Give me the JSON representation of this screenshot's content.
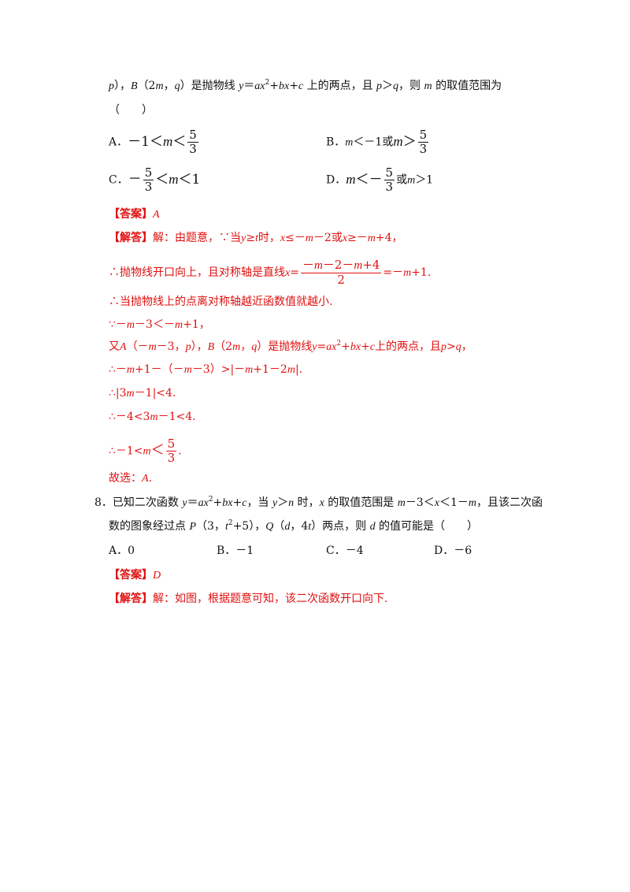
{
  "q7": {
    "stem_line1": "p），B（2m，q）是抛物线 y＝ax²+bx+c 上的两点，且 p＞q，则 m 的取值范围为",
    "stem_line2": "（　　）",
    "options": {
      "a": "A．－1＜m＜5/3",
      "b": "B．m＜－1或m＞5/3",
      "c": "C．－5/3＜m＜1",
      "d": "D．m＜－5/3或m＞1"
    },
    "answer_tag": "【答案】",
    "answer_value": "A",
    "solution_tag": "【解答】",
    "solution_lines": [
      "解：由题意，∵当y≥t时，x≤－m－2或x≥－m+4，",
      "∴抛物线开口向上，且对称轴是直线x=(－m－2－m+4)/2=－m+1.",
      "∴当抛物线上的点离对称轴越近函数值就越小.",
      "∵－m－3＜－m+1，",
      "又A（－m－3，p），B（2m，q）是抛物线y=ax²+bx+c上的两点，且p>q，",
      "∴－m+1－（－m－3）>|－m+1－2m|.",
      "∴|3m－1|<4.",
      "∴－4<3m－1<4.",
      "∴－1<m<5/3.",
      "故选：A."
    ]
  },
  "q8": {
    "stem_line1": "8．已知二次函数 y＝ax²+bx+c，当 y＞n 时，x 的取值范围是 m－3＜x＜1－m，且该二次函",
    "stem_line2": "数的图象经过点 P（3，t²+5），Q（d，4t）两点，则 d 的值可能是（　　）",
    "options": [
      "A．0",
      "B．－1",
      "C．－4",
      "D．－6"
    ],
    "answer_tag": "【答案】",
    "answer_value": "D",
    "solution_tag": "【解答】",
    "solution_text": "解：如图，根据题意可知，该二次函数开口向下."
  }
}
